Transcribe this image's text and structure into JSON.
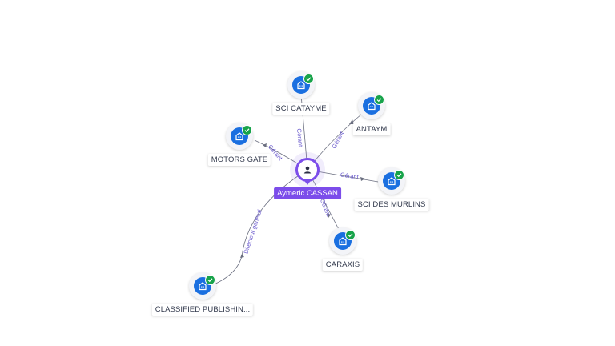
{
  "colors": {
    "accent": "#7c4dea",
    "company_icon": "#1a6fe0",
    "verified_badge": "#17a34a",
    "edge_label": "#6a5acd"
  },
  "center": {
    "label": "Aymeric CASSAN",
    "icon": "person-icon"
  },
  "companies": [
    {
      "name": "SCI CATAYME",
      "icon": "building-icon",
      "verified": true
    },
    {
      "name": "ANTAYM",
      "icon": "building-icon",
      "verified": true
    },
    {
      "name": "MOTORS GATE",
      "icon": "building-icon",
      "verified": true
    },
    {
      "name": "SCI DES MURLINS",
      "icon": "building-icon",
      "verified": true
    },
    {
      "name": "CARAXIS",
      "icon": "building-icon",
      "verified": true
    },
    {
      "name": "CLASSIFIED PUBLISHIN...",
      "icon": "building-icon",
      "verified": true
    }
  ],
  "edges": [
    {
      "to": "SCI CATAYME",
      "role": "Gérant"
    },
    {
      "to": "ANTAYM",
      "role": "Gérant"
    },
    {
      "to": "MOTORS GATE",
      "role": "Gérant"
    },
    {
      "to": "SCI DES MURLINS",
      "role": "Gérant"
    },
    {
      "to": "CARAXIS",
      "role": "Gérant"
    },
    {
      "to": "CLASSIFIED PUBLISHIN...",
      "role": "Directeur général"
    }
  ]
}
